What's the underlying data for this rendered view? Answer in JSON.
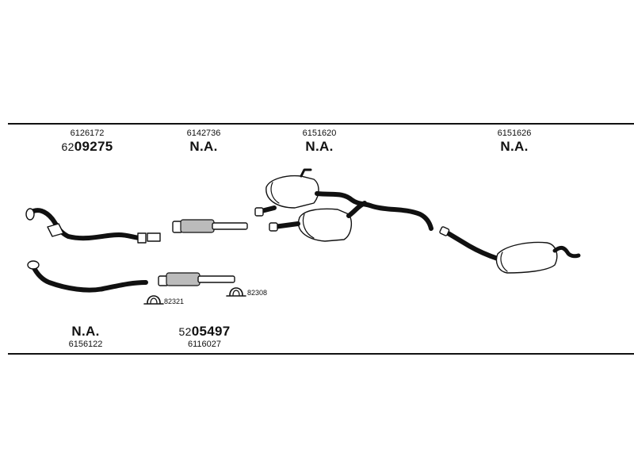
{
  "parts_top": [
    {
      "small": "6126172",
      "big_prefix": "62",
      "big_main": "09275"
    },
    {
      "small": "6142736",
      "big_prefix": "",
      "big_main": "N.A."
    },
    {
      "small": "6151620",
      "big_prefix": "",
      "big_main": "N.A."
    },
    {
      "small": "6151626",
      "big_prefix": "",
      "big_main": "N.A."
    }
  ],
  "parts_bottom": [
    {
      "small": "6156122",
      "big_prefix": "",
      "big_main": "N.A."
    },
    {
      "small": "6116027",
      "big_prefix": "52",
      "big_main": "05497"
    }
  ],
  "clamps": [
    {
      "code": "82321"
    },
    {
      "code": "82308"
    }
  ]
}
